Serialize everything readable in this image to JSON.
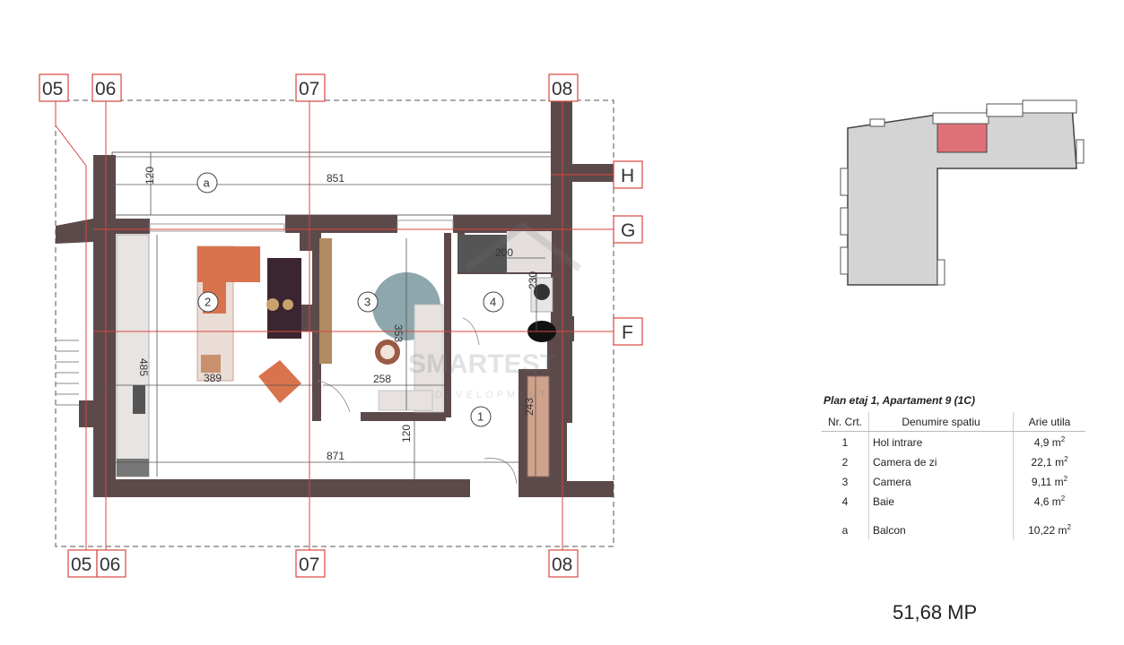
{
  "grid": {
    "top": [
      "05",
      "06",
      "07",
      "08"
    ],
    "bottom": [
      "05",
      "06",
      "07",
      "08"
    ],
    "right": [
      "H",
      "G",
      "F"
    ]
  },
  "dimensions": {
    "balcony_depth": "120",
    "balcony_width": "851",
    "living_height": "485",
    "living_width": "389",
    "room3_height": "353",
    "room3_width": "258",
    "bath_width": "200",
    "bath_height": "230",
    "hall_height": "243",
    "bottom_depth": "120",
    "total_width": "871"
  },
  "room_tags": {
    "balcony": "a",
    "room1": "1",
    "room2": "2",
    "room3": "3",
    "room4": "4"
  },
  "legend": {
    "title": "Plan etaj 1, Apartament 9 (1C)",
    "headers": {
      "nr": "Nr. Crt.",
      "name": "Denumire spatiu",
      "area": "Arie utila"
    },
    "rows": [
      {
        "nr": "1",
        "name": "Hol intrare",
        "area": "4,9 m",
        "unit": "2"
      },
      {
        "nr": "2",
        "name": "Camera de zi",
        "area": "22,1 m",
        "unit": "2"
      },
      {
        "nr": "3",
        "name": "Camera",
        "area": "9,11 m",
        "unit": "2"
      },
      {
        "nr": "4",
        "name": "Baie",
        "area": "4,6 m",
        "unit": "2"
      }
    ],
    "balcony_row": {
      "nr": "a",
      "name": "Balcon",
      "area": "10,22 m",
      "unit": "2"
    }
  },
  "total_area": "51,68 MP",
  "watermark": {
    "line1": "SMARTEST",
    "line2": "DEVELOPMENT"
  },
  "colors": {
    "wall": "#5c4a4b",
    "grid_line": "#d9463f",
    "keyplan_fill": "#d4d4d4",
    "keyplan_highlight": "#e07078",
    "sofa": "#d9734e",
    "rug_dark": "#3a2530",
    "rug_round": "#8ea7ad"
  }
}
